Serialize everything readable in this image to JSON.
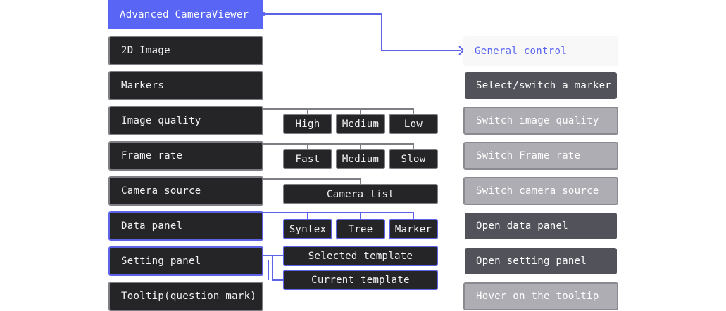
{
  "left_column": [
    {
      "label": "Advanced CameraViewer"
    },
    {
      "label": "2D Image"
    },
    {
      "label": "Markers"
    },
    {
      "label": "Image quality"
    },
    {
      "label": "Frame rate"
    },
    {
      "label": "Camera source"
    },
    {
      "label": "Data panel"
    },
    {
      "label": "Setting panel"
    },
    {
      "label": "Tooltip(question mark)"
    }
  ],
  "sub_options": {
    "image_quality": [
      "High",
      "Medium",
      "Low"
    ],
    "frame_rate": [
      "Fast",
      "Medium",
      "Slow"
    ],
    "camera_source": [
      "Camera list"
    ],
    "data_panel": [
      "Syntex",
      "Tree",
      "Marker"
    ],
    "setting_panel": [
      "Selected template",
      "Current template"
    ]
  },
  "right_column": [
    {
      "label": "General control"
    },
    {
      "label": "Select/switch a marker"
    },
    {
      "label": "Switch image quality"
    },
    {
      "label": "Switch Frame rate"
    },
    {
      "label": "Switch camera source"
    },
    {
      "label": "Open data panel"
    },
    {
      "label": "Open setting panel"
    },
    {
      "label": "Hover on the tooltip"
    }
  ],
  "colors": {
    "accent": "#5965f5",
    "dark_box": "#252528",
    "action_dark": "#52525a",
    "action_light": "#aeadb3",
    "connector_gray": "#7e7e84",
    "connector_blue": "#5c63e6"
  }
}
